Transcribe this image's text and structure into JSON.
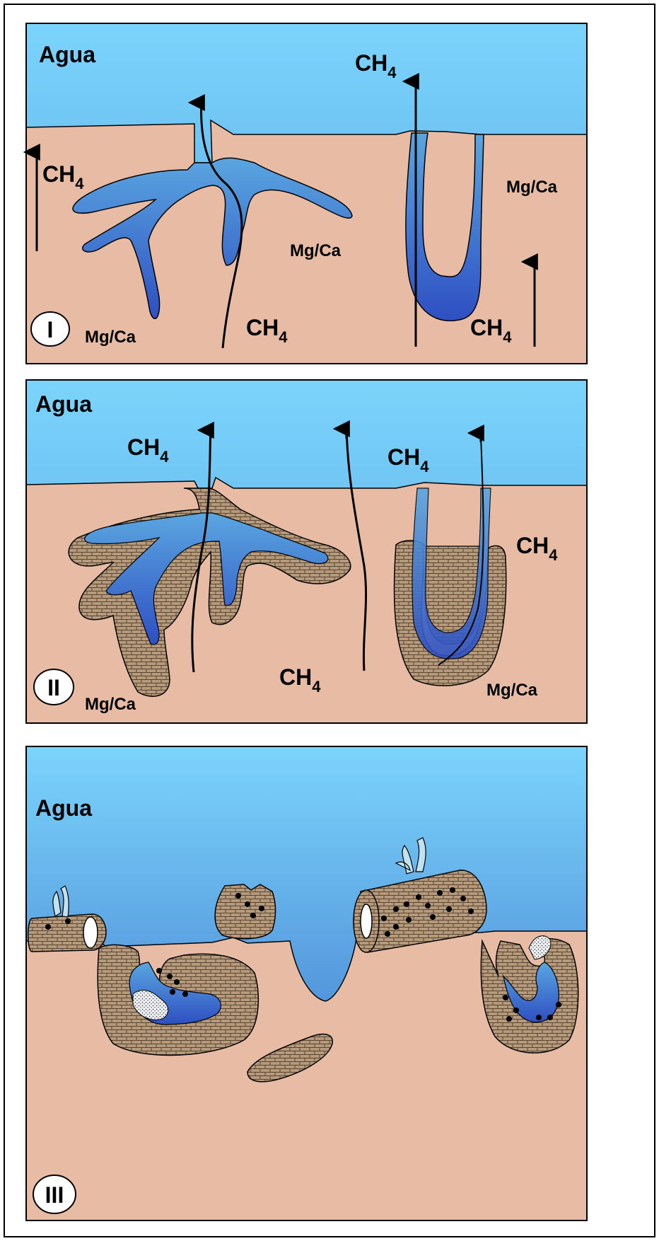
{
  "panels": [
    {
      "roman": "I",
      "water_label": "Agua",
      "labels": [
        "CH",
        "4",
        "CH",
        "4",
        "CH",
        "4",
        "CH",
        "4",
        "Mg/Ca",
        "Mg/Ca",
        "Mg/Ca"
      ]
    },
    {
      "roman": "II",
      "water_label": "Agua",
      "labels": [
        "CH",
        "4",
        "CH",
        "4",
        "CH",
        "4",
        "CH",
        "4",
        "Mg/Ca",
        "Mg/Ca"
      ]
    },
    {
      "roman": "III",
      "water_label": "Agua"
    }
  ],
  "colors": {
    "water_top": "#7ad3fb",
    "water_mid": "#5aa9e6",
    "burrow_deep": "#2f52c4",
    "sediment": "#e8bca4",
    "carbonate": "#b59a7c",
    "outline": "#111111"
  }
}
